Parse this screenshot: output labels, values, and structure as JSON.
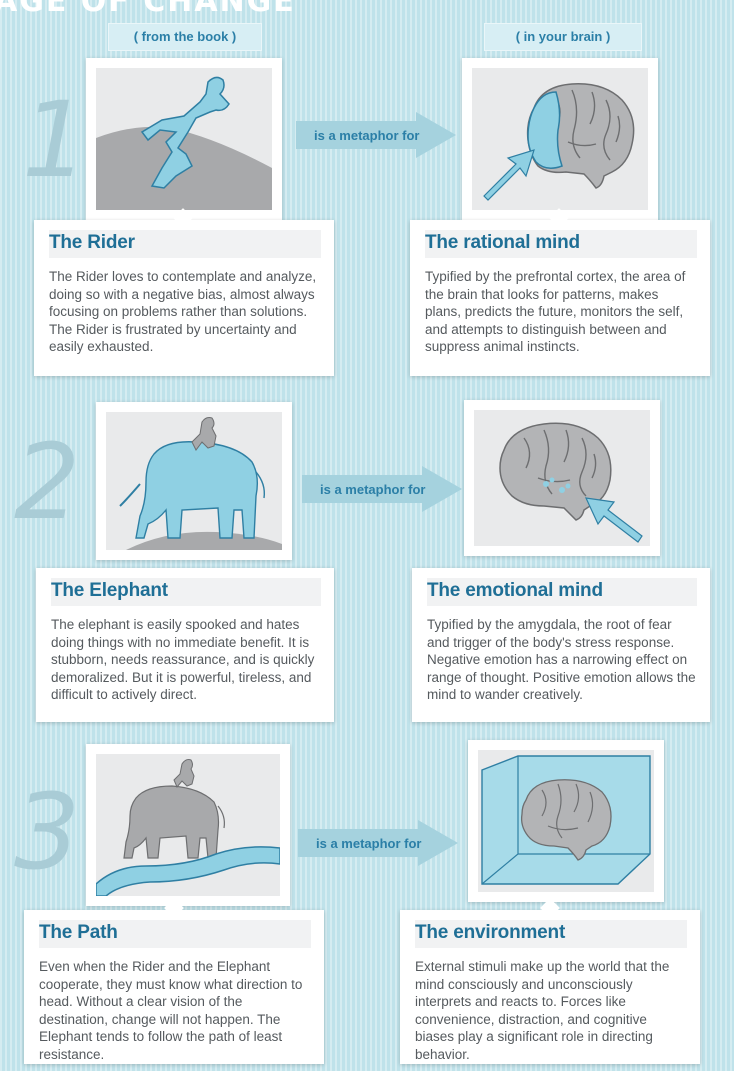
{
  "header": {
    "top_strip_text": "AGE OF CHANGE",
    "left_tag": "( from the book )",
    "right_tag": "( in your brain )"
  },
  "colors": {
    "accent": "#2b7fa7",
    "illustration": "#8fd0e3",
    "background": "#bfe2ea"
  },
  "rows": [
    {
      "number": "1",
      "metaphor_label": "is a metaphor for",
      "book": {
        "title": "The Rider",
        "body": "The Rider loves to contemplate and analyze, doing so with a negative bias, almost always focusing on problems rather than solutions.  The Rider is frustrated by uncertainty and easily exhausted.",
        "illustration": "rider-icon"
      },
      "brain": {
        "title": "The rational mind",
        "body": "Typified by the prefrontal cortex, the area of the brain that looks for patterns, makes plans, predicts the future, monitors the self, and attempts to distinguish between and suppress animal instincts.",
        "illustration": "prefrontal-brain-icon"
      }
    },
    {
      "number": "2",
      "metaphor_label": "is a metaphor for",
      "book": {
        "title": "The Elephant",
        "body": "The elephant is easily spooked and hates doing things with no immediate benefit. It is stubborn, needs reassurance, and is quickly demoralized. But it is powerful, tireless, and difficult to actively direct.",
        "illustration": "elephant-icon"
      },
      "brain": {
        "title": "The emotional mind",
        "body": "Typified by the amygdala, the root of fear and trigger of the body's stress response. Negative emotion has a narrowing effect on range of thought.  Positive emotion allows the mind to wander creatively.",
        "illustration": "amygdala-brain-icon"
      }
    },
    {
      "number": "3",
      "metaphor_label": "is a metaphor for",
      "book": {
        "title": "The Path",
        "body": "Even when the Rider and the Elephant cooperate, they must know what direction to head.  Without a clear vision of the destination, change will not happen. The Elephant tends to follow the path of least resistance.",
        "illustration": "path-icon"
      },
      "brain": {
        "title": "The environment",
        "body": "External stimuli make up the world that the mind consciously and unconsciously interprets and reacts to.  Forces like convenience, distraction, and cognitive biases play a significant role in directing behavior.",
        "illustration": "brain-in-box-icon"
      }
    }
  ]
}
